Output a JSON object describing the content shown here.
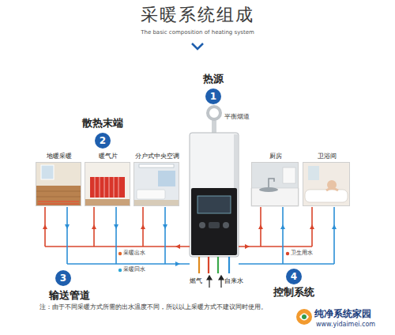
{
  "diagram": {
    "title": "采暖系统组成",
    "nodes": [
      {
        "text": [
          "1"
        ]
      },
      {
        "text": [
          "2"
        ]
      },
      {
        "text": [
          "地暖采暖"
        ]
      },
      {
        "text": [
          "暖气片"
        ]
      },
      {
        "text": [
          "分户式中央空调"
        ]
      },
      {
        "text": [
          "厨房"
        ]
      },
      {
        "text": [
          "卫浴间"
        ]
      },
      {
        "text": [
          "3"
        ]
      },
      {
        "text": [
          "4"
        ]
      }
    ],
    "labels": [
      "The basic composition of heating system",
      "热源",
      "平衡烟道",
      "散热末端",
      "采暖出水",
      "采暖回水",
      "卫生用水",
      "燃气",
      "自来水",
      "输送管道",
      "控制系统",
      "注：由于不同采暖方式所需的出水温度不同，所以以上采暖方式不建议同时使用。",
      "纯净系统家园",
      "www.yidaimei.com"
    ]
  }
}
